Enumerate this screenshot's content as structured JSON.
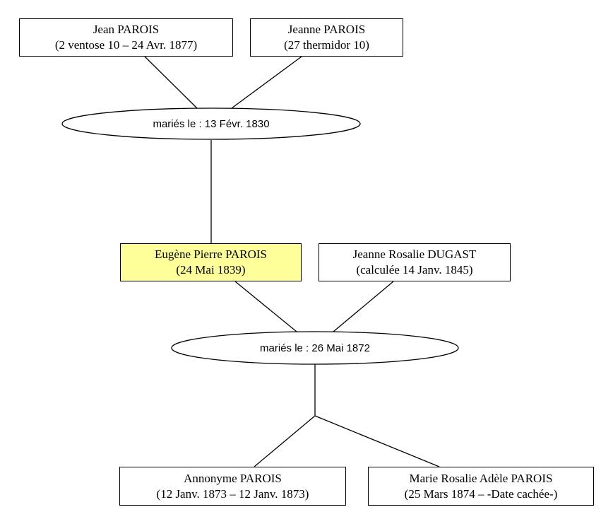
{
  "people": {
    "jean": {
      "name": "Jean PAROIS",
      "dates": "(2 ventose 10 – 24 Avr. 1877)"
    },
    "jeanne": {
      "name": "Jeanne PAROIS",
      "dates": "(27 thermidor 10)"
    },
    "eugene": {
      "name": "Eugène Pierre PAROIS",
      "dates": "(24 Mai 1839)"
    },
    "jeanne_rosalie": {
      "name": "Jeanne Rosalie DUGAST",
      "dates": "(calculée 14 Janv. 1845)"
    },
    "annonyme": {
      "name": "Annonyme PAROIS",
      "dates": "(12 Janv. 1873 – 12 Janv. 1873)"
    },
    "marie": {
      "name": "Marie Rosalie Adèle PAROIS",
      "dates": "(25 Mars 1874 – -Date cachée-)"
    }
  },
  "unions": {
    "first": {
      "label": "mariés le : 13 Févr. 1830"
    },
    "second": {
      "label": "mariés le : 26 Mai 1872"
    }
  },
  "colors": {
    "highlight": "#ffff99",
    "line": "#000000"
  }
}
